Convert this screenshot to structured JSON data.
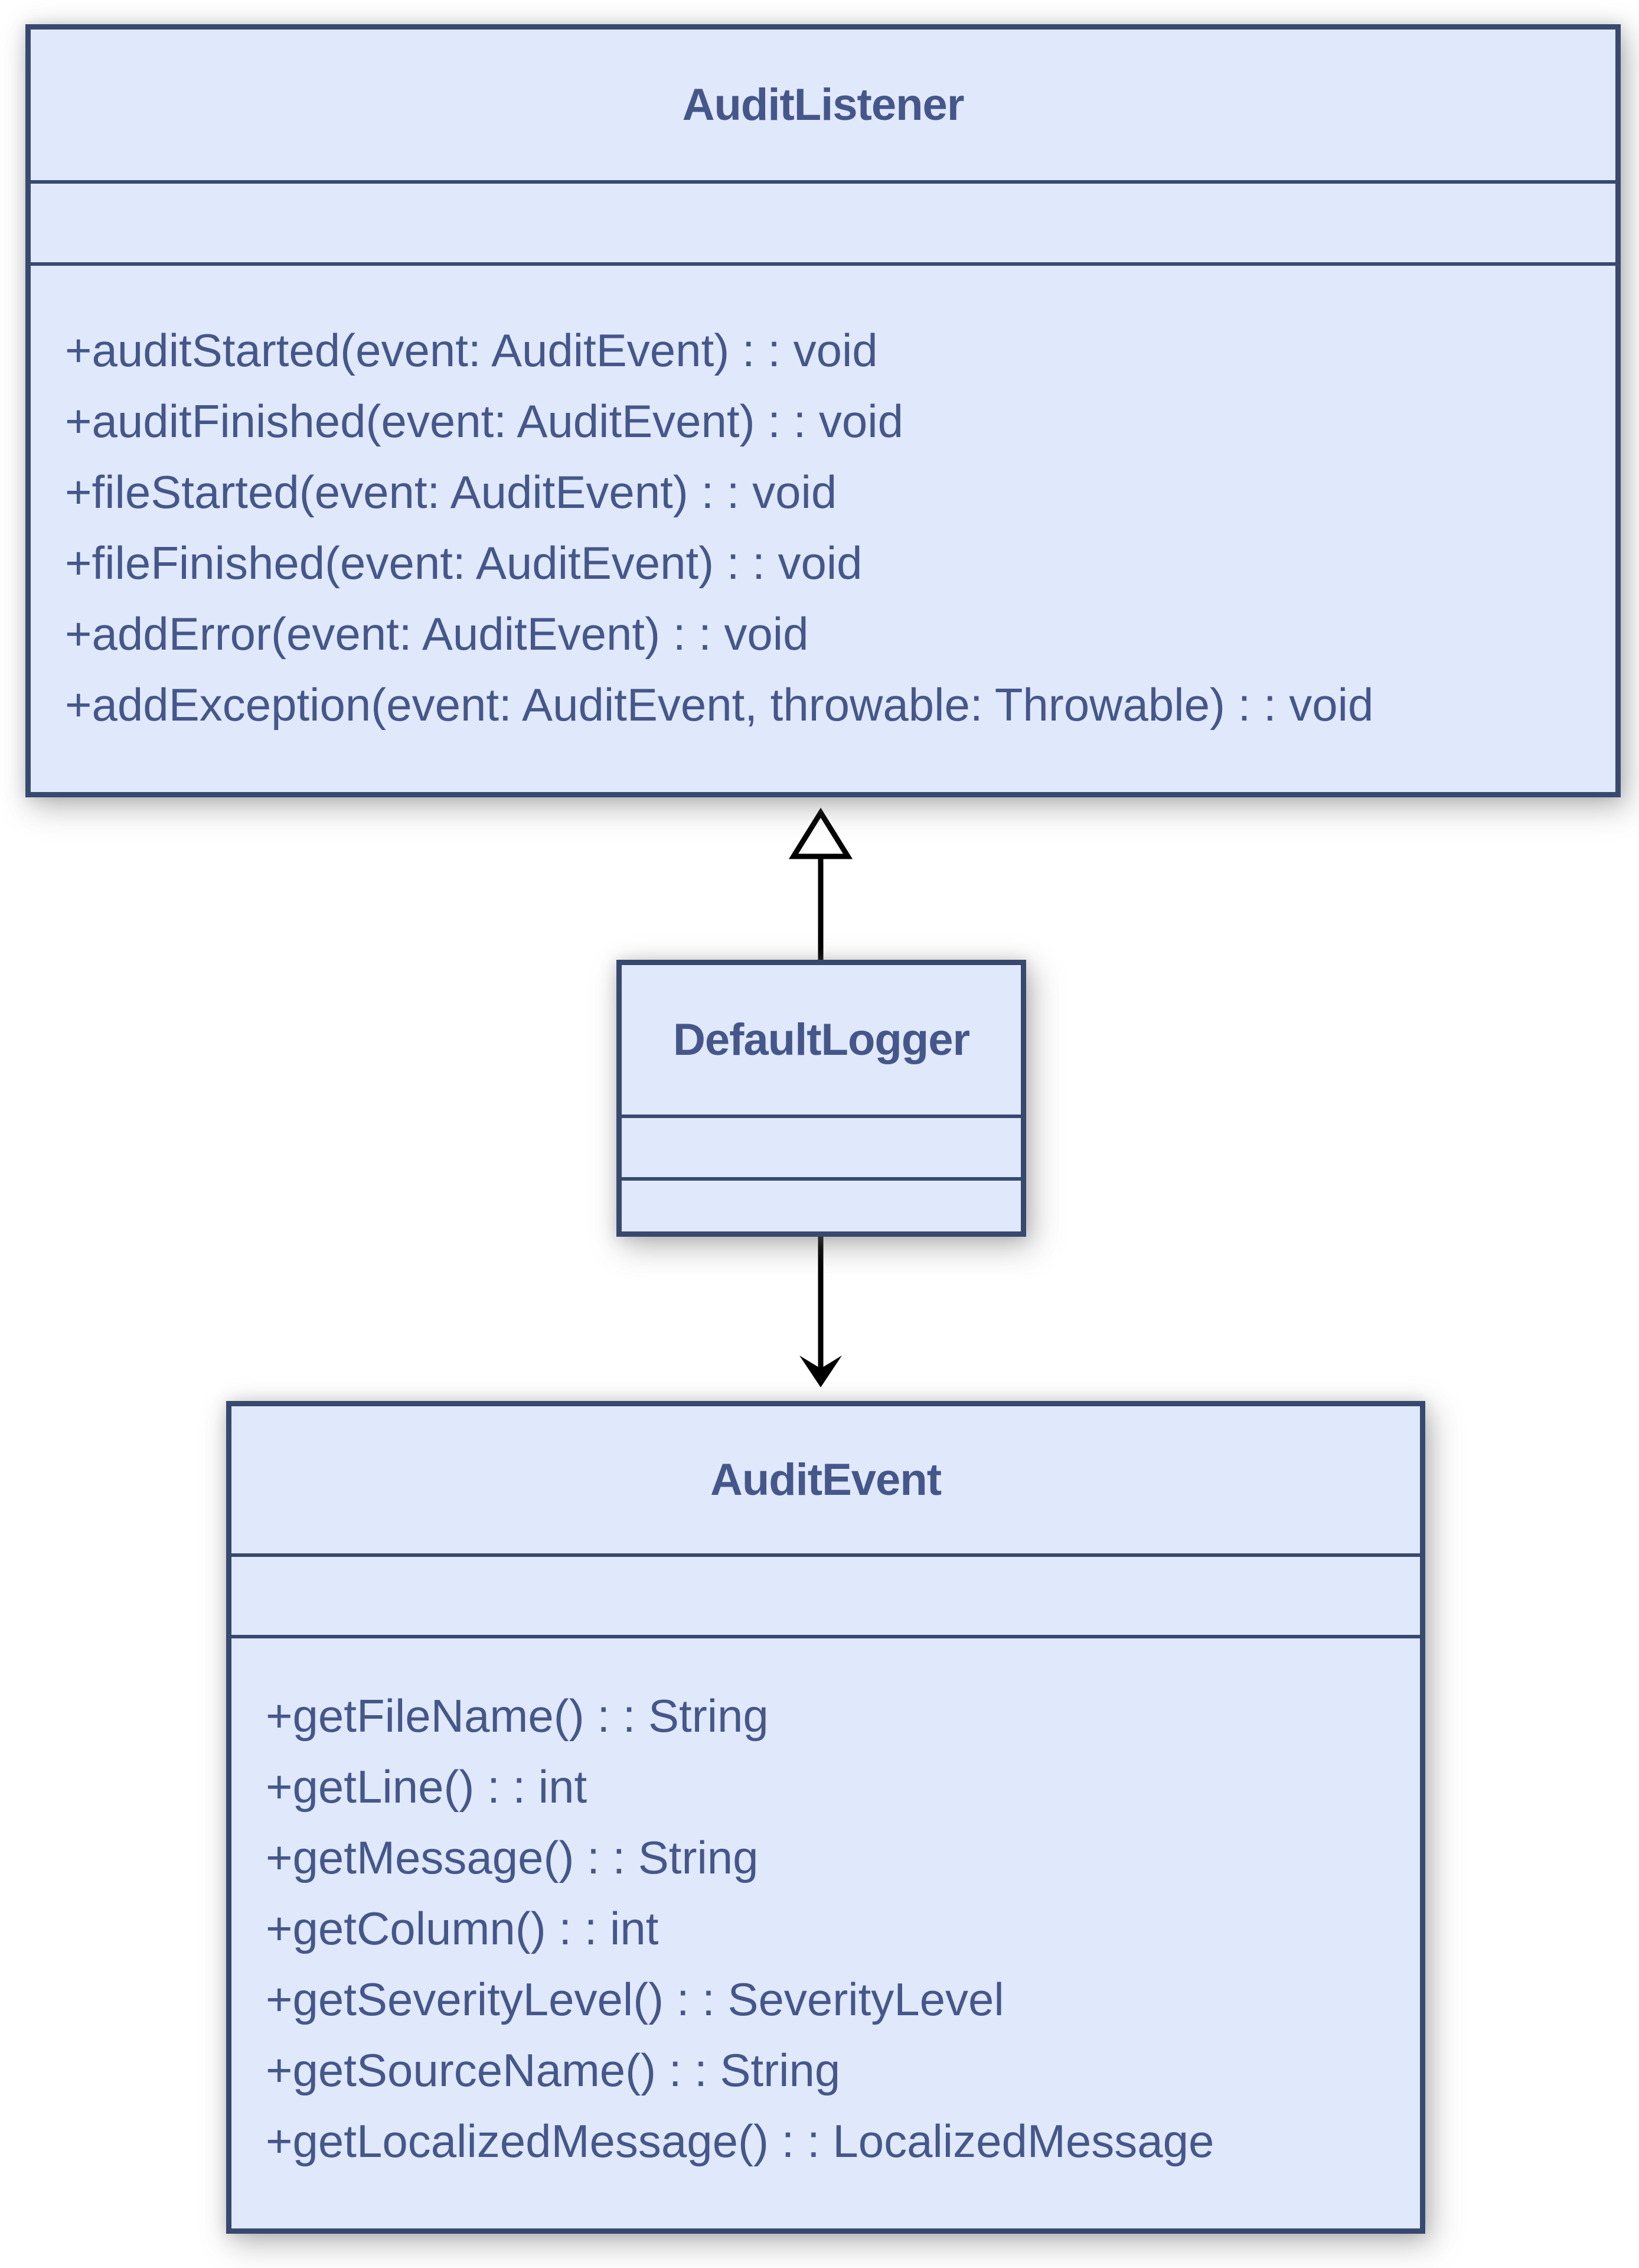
{
  "diagram": {
    "classes": [
      {
        "name": "AuditListener",
        "attributes": [],
        "methods": [
          "+auditStarted(event: AuditEvent) : : void",
          "+auditFinished(event: AuditEvent) : : void",
          "+fileStarted(event: AuditEvent) : : void",
          "+fileFinished(event: AuditEvent) : : void",
          "+addError(event: AuditEvent) : : void",
          "+addException(event: AuditEvent, throwable: Throwable) : : void"
        ]
      },
      {
        "name": "DefaultLogger",
        "attributes": [],
        "methods": []
      },
      {
        "name": "AuditEvent",
        "attributes": [],
        "methods": [
          "+getFileName() : : String",
          "+getLine() : : int",
          "+getMessage() : : String",
          "+getColumn() : : int",
          "+getSeverityLevel() : : SeverityLevel",
          "+getSourceName() : : String",
          "+getLocalizedMessage() : : LocalizedMessage"
        ]
      }
    ],
    "relationships": [
      {
        "from": "DefaultLogger",
        "to": "AuditListener",
        "type": "realization",
        "arrowhead": "hollow-triangle-up"
      },
      {
        "from": "DefaultLogger",
        "to": "AuditEvent",
        "type": "directed-association",
        "arrowhead": "filled-v-down"
      }
    ],
    "colors": {
      "class_fill": "#e0e8fb",
      "class_border": "#384970",
      "text": "#45578a",
      "relationship_line": "#000000",
      "background": "#ffffff"
    }
  }
}
